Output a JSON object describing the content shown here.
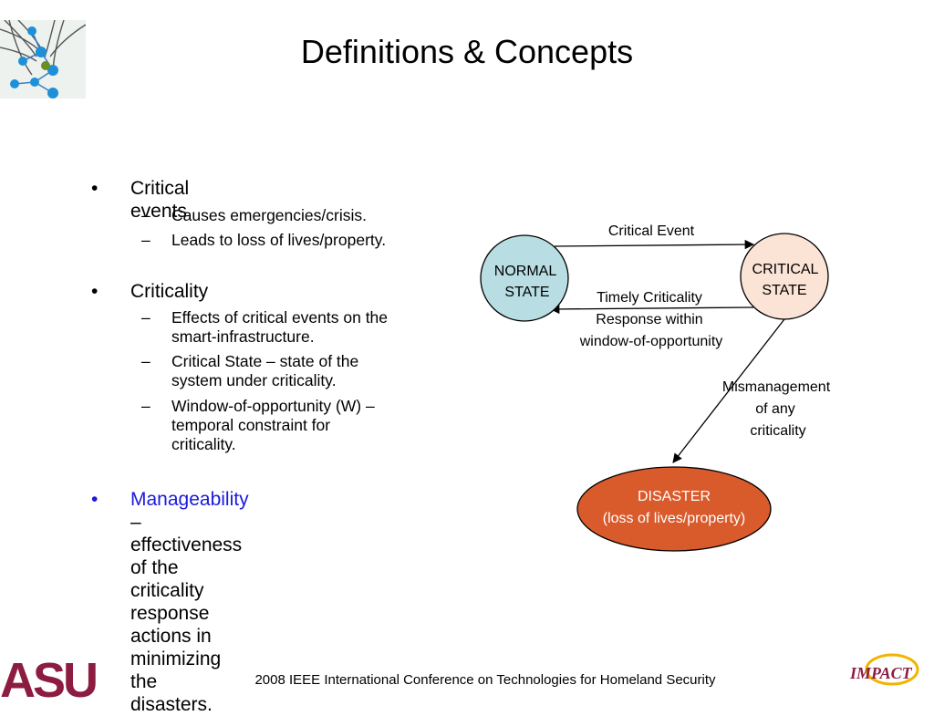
{
  "slide": {
    "title": "Definitions & Concepts",
    "footer": "2008 IEEE International Conference on Technologies for Homeland Security"
  },
  "bullets": {
    "b1": {
      "dot": "•",
      "label": "Critical events"
    },
    "b1_sub": [
      {
        "dash": "–",
        "text": "Causes emergencies/crisis."
      },
      {
        "dash": "–",
        "text": "Leads to loss of lives/property."
      }
    ],
    "b2": {
      "dot": "•",
      "label": "Criticality"
    },
    "b2_sub": [
      {
        "dash": "–",
        "line1": "Effects of critical events on the",
        "line2": "smart-infrastructure."
      },
      {
        "dash": "–",
        "line1": "Critical State – state of the",
        "line2": "system under criticality."
      },
      {
        "dash": "–",
        "line1": "Window-of-opportunity (W) –",
        "line2": "temporal constraint for",
        "line3": "criticality."
      }
    ],
    "b3": {
      "dot": "•",
      "term": "Manageability",
      "rest1": " – effectiveness",
      "line2": "of the criticality response",
      "line3": "actions in minimizing the",
      "line4": "disasters."
    }
  },
  "diagram": {
    "normal": {
      "line1": "NORMAL",
      "line2": "STATE"
    },
    "critical": {
      "line1": "CRITICAL",
      "line2": "STATE"
    },
    "disaster": {
      "line1": "DISASTER",
      "line2": "(loss of lives/property)"
    },
    "edge_critical_event": "Critical Event",
    "edge_response": {
      "line1": "Timely Criticality",
      "line2": "Response within",
      "line3": "window-of-opportunity"
    },
    "edge_mismanagement": {
      "line1": "Mismanagement",
      "line2": "of any",
      "line3": "criticality"
    }
  },
  "colors": {
    "normal_fill": "#b8dde2",
    "critical_fill": "#fbe3d6",
    "disaster_fill": "#d95a2b",
    "manageability_text": "#1a1adf"
  },
  "logos": {
    "asu": "ASU",
    "impact": "IMPACT"
  }
}
